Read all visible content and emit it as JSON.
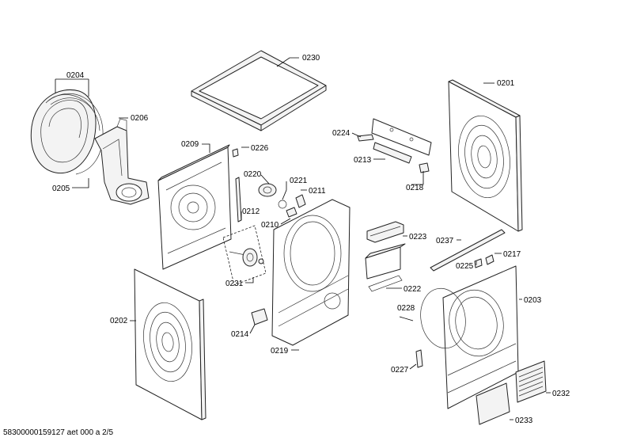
{
  "parts": {
    "p0204": "0204",
    "p0206": "0206",
    "p0205": "0205",
    "p0230": "0230",
    "p0201": "0201",
    "p0224": "0224",
    "p0213": "0213",
    "p0218": "0218",
    "p0209": "0209",
    "p0226": "0226",
    "p0220": "0220",
    "p0221": "0221",
    "p0211": "0211",
    "p0210": "0210",
    "p0212": "0212",
    "p0223": "0223",
    "p0237": "0237",
    "p0225": "0225",
    "p0217": "0217",
    "p0231": "0231",
    "p0222": "0222",
    "p0203": "0203",
    "p0202": "0202",
    "p0228": "0228",
    "p0214": "0214",
    "p0219": "0219",
    "p0227": "0227",
    "p0232": "0232",
    "p0233": "0233"
  },
  "footer": "58300000159127 aet 000 a 2/5"
}
